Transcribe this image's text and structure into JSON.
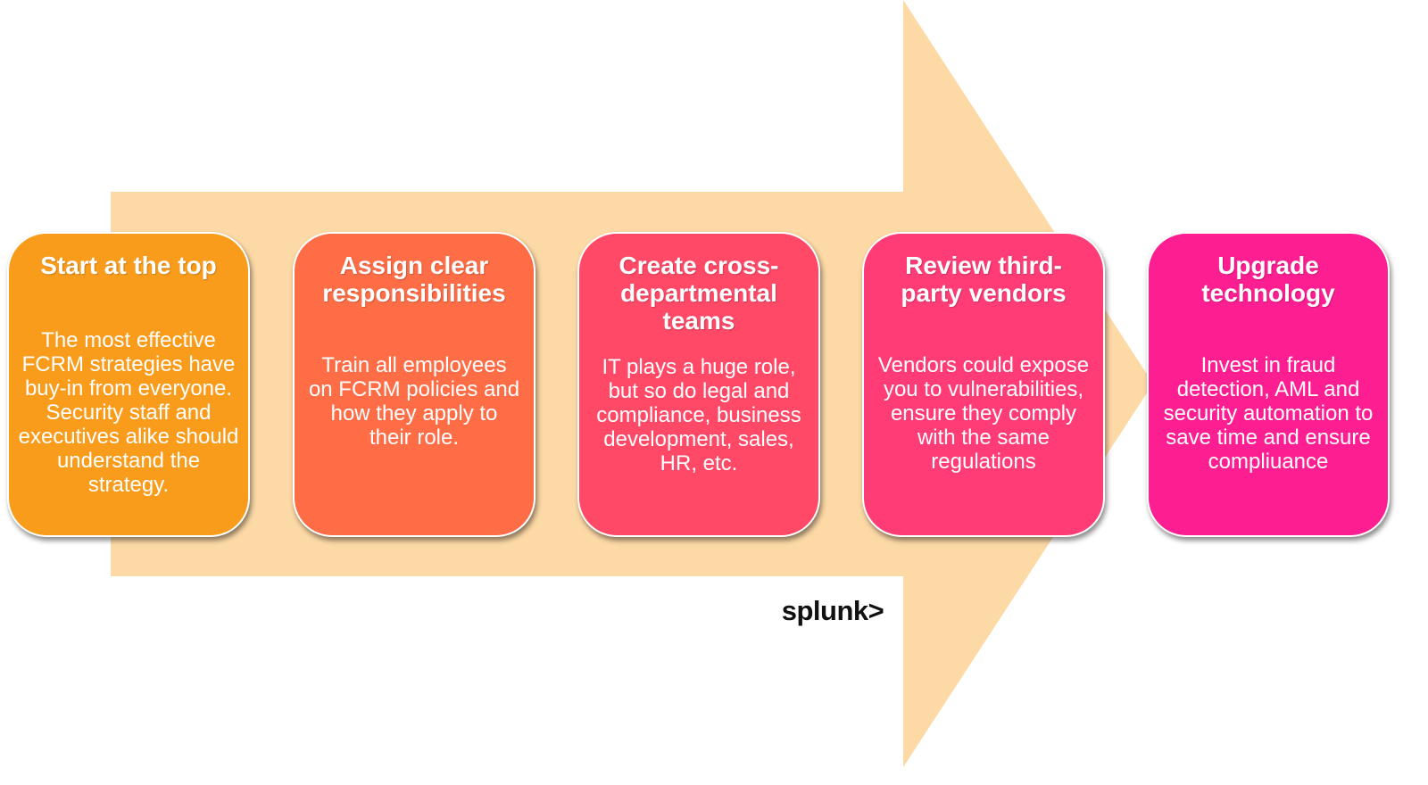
{
  "colors": {
    "arrow": "#fdd9a6",
    "card1": "#f99c1c",
    "card2": "#fe6d46",
    "card3": "#ff4967",
    "card4": "#ff3c76",
    "card5": "#fd1e92"
  },
  "steps": [
    {
      "title": "Start at the top",
      "body": "The most effective FCRM strategies have buy-in from everyone. Security staff and executives alike should understand the strategy."
    },
    {
      "title": "Assign clear responsibilities",
      "body": "Train all employees on FCRM policies and how they apply to their role."
    },
    {
      "title": "Create cross-departmental teams",
      "body": "IT plays a huge role, but so do legal and compliance, business development, sales, HR, etc."
    },
    {
      "title": "Review third-party vendors",
      "body": "Vendors could expose you to vulnerabilities, ensure they comply with the same regulations"
    },
    {
      "title": "Upgrade technology",
      "body": "Invest in fraud detection, AML and security automation to save time and ensure compliuance"
    }
  ],
  "logo": {
    "text": "splunk>"
  }
}
